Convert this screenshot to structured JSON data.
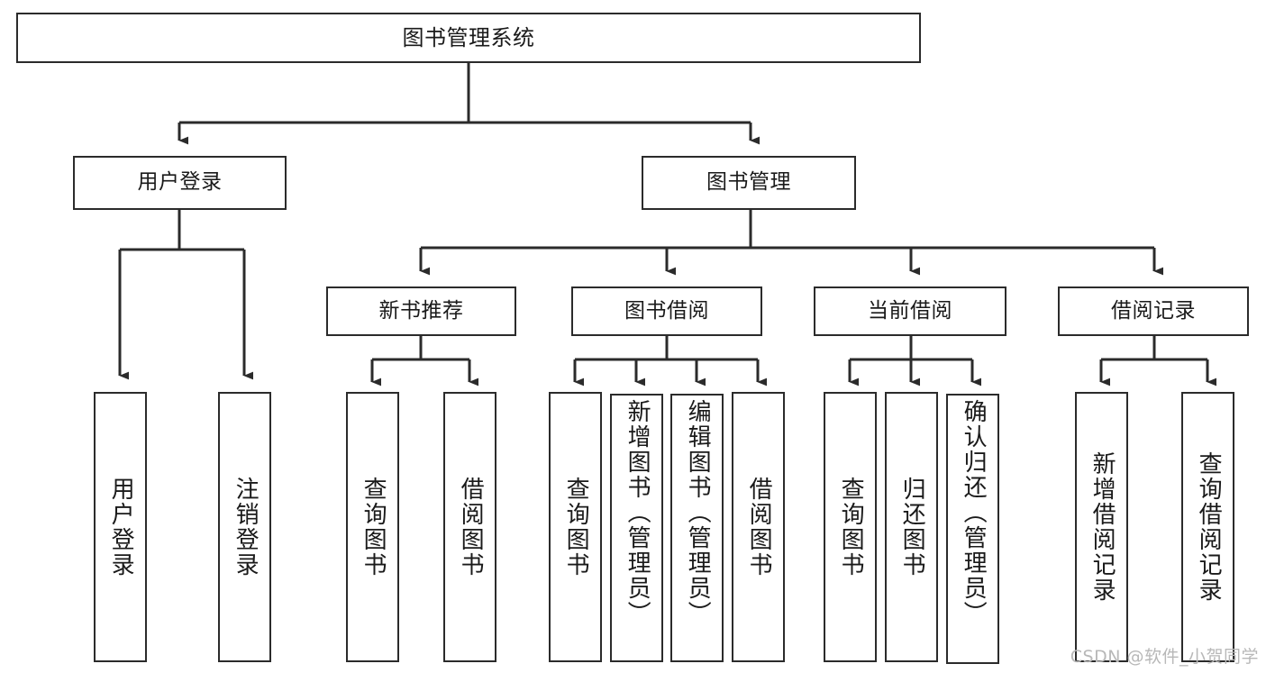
{
  "diagram": {
    "title": "图书管理系统",
    "type": "tree-hierarchy-chart",
    "background_color": "#ffffff",
    "line_color": "#2b2b2b",
    "text_color": "#1a1a1a",
    "watermark": "CSDN @软件_小贺同学"
  },
  "nodes": {
    "root": {
      "label": "图书管理系统"
    },
    "level1": [
      {
        "id": "user-login",
        "label": "用户登录"
      },
      {
        "id": "book-management",
        "label": "图书管理"
      }
    ],
    "level2": [
      {
        "id": "new-book-recommend",
        "label": "新书推荐"
      },
      {
        "id": "book-borrow",
        "label": "图书借阅"
      },
      {
        "id": "current-borrow",
        "label": "当前借阅"
      },
      {
        "id": "borrow-record",
        "label": "借阅记录"
      }
    ],
    "leaves": {
      "user_login": [
        {
          "id": "leaf-user-login",
          "label": "用户登录"
        },
        {
          "id": "leaf-logout-login",
          "label": "注销登录"
        }
      ],
      "new_book_recommend": [
        {
          "id": "leaf-query-book-1",
          "label": "查询图书"
        },
        {
          "id": "leaf-borrow-book-1",
          "label": "借阅图书"
        }
      ],
      "book_borrow": [
        {
          "id": "leaf-query-book-2",
          "label": "查询图书"
        },
        {
          "id": "leaf-add-book",
          "label": "新增图书（管理员）"
        },
        {
          "id": "leaf-edit-book",
          "label": "编辑图书（管理员）"
        },
        {
          "id": "leaf-borrow-book-2",
          "label": "借阅图书"
        }
      ],
      "current_borrow": [
        {
          "id": "leaf-query-book-3",
          "label": "查询图书"
        },
        {
          "id": "leaf-return-book",
          "label": "归还图书"
        },
        {
          "id": "leaf-confirm-return",
          "label": "确认归还（管理员）"
        }
      ],
      "borrow_record": [
        {
          "id": "leaf-add-record",
          "label": "新增借阅记录"
        },
        {
          "id": "leaf-query-record",
          "label": "查询借阅记录"
        }
      ]
    }
  }
}
